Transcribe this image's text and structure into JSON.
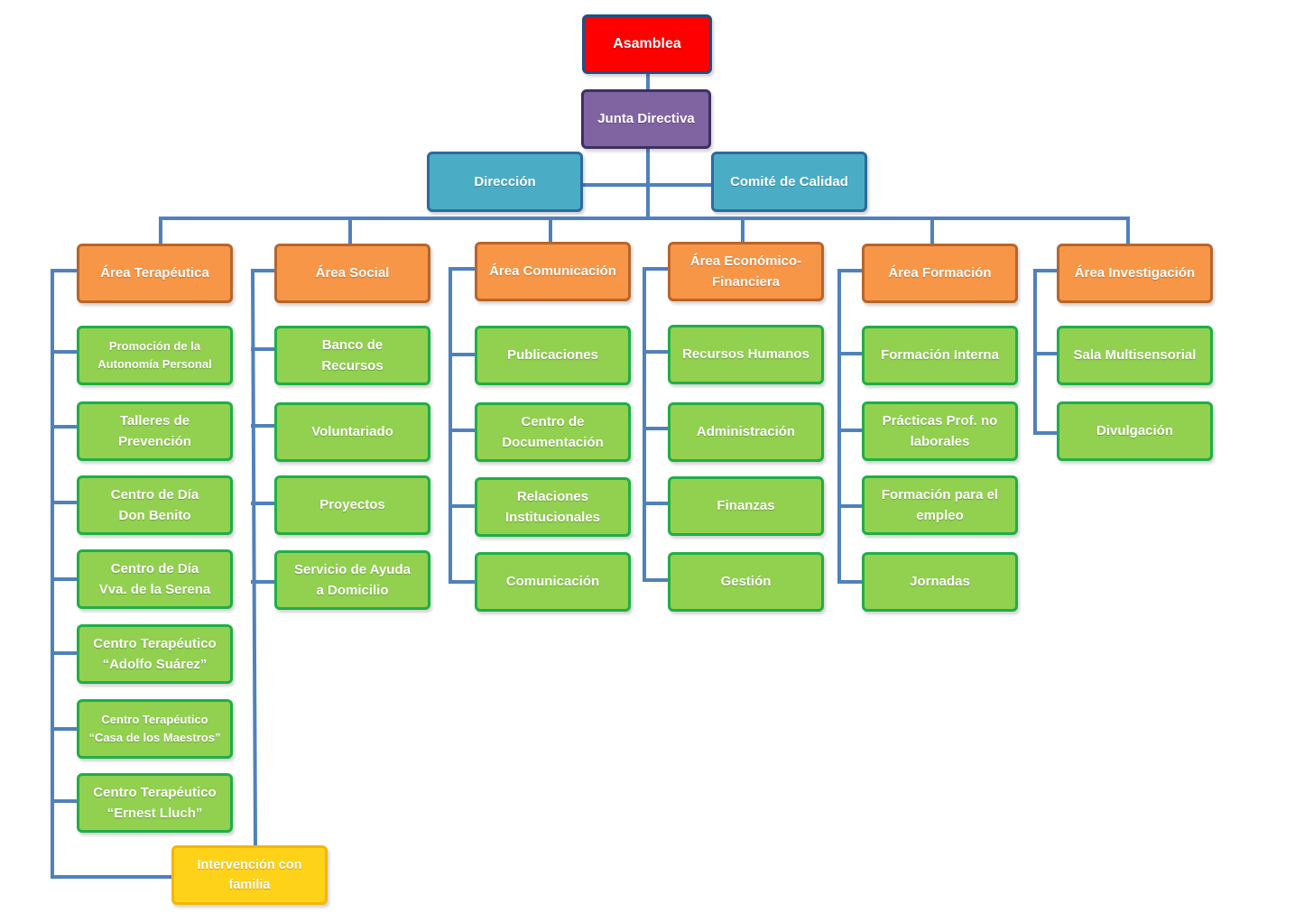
{
  "top": {
    "assembly": "Asamblea",
    "board": "Junta Directiva",
    "direction": "Dirección",
    "quality_committee": "Comité de Calidad"
  },
  "areas": [
    {
      "name": "Área Terapéutica",
      "units": [
        "Promoción de la Autonomía Personal",
        "Talleres de Prevención",
        "Centro de Día Don Benito",
        "Centro de Día Vva. de la Serena",
        "Centro Terapéutico “Adolfo Suárez”",
        "Centro Terapéutico “Casa de los Maestros”",
        "Centro Terapéutico “Ernest Lluch”"
      ]
    },
    {
      "name": "Área Social",
      "units": [
        "Banco de Recursos",
        "Voluntariado",
        "Proyectos",
        "Servicio de Ayuda a Domicilio"
      ]
    },
    {
      "name": "Área Comunicación",
      "units": [
        "Publicaciones",
        "Centro de Documentación",
        "Relaciones Institucionales",
        "Comunicación"
      ]
    },
    {
      "name": "Área Económico-Financiera",
      "units": [
        "Recursos Humanos",
        "Administración",
        "Finanzas",
        "Gestión"
      ]
    },
    {
      "name": "Área Formación",
      "units": [
        "Formación Interna",
        "Prácticas Prof. no laborales",
        "Formación para el empleo",
        "Jornadas"
      ]
    },
    {
      "name": "Área Investigación",
      "units": [
        "Sala Multisensorial",
        "Divulgación"
      ]
    }
  ],
  "shared_unit": "Intervención con familia",
  "colors": {
    "connector": "#4f81bd",
    "assembly": "#fe0000",
    "board": "#8064a2",
    "direction": "#4bacc6",
    "area": "#f79646",
    "unit": "#92d050",
    "shared_unit": "#ffd21a"
  }
}
